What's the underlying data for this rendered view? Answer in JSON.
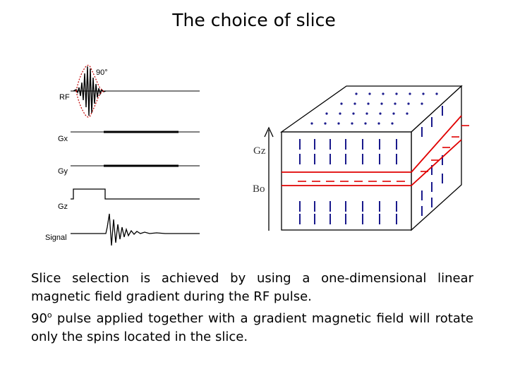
{
  "title": "The choice of slice",
  "sequence": {
    "rf_label": "RF",
    "flip_angle": "90°",
    "gx_label": "Gx",
    "gy_label": "Gy",
    "gz_label": "Gz",
    "signal_label": "Signal"
  },
  "cube": {
    "gradient_label": "Gz",
    "field_label": "Bo"
  },
  "colors": {
    "slice": "#e00000",
    "spins": "#1a1a8c",
    "rf_envelope": "#c00000"
  },
  "description": {
    "paragraph1": "Slice selection is achieved by using a one-dimensional linear magnetic field gradient during the RF pulse.",
    "paragraph2_prefix": "90",
    "paragraph2_sup": "o",
    "paragraph2_rest": " pulse applied together with a gradient magnetic field will rotate only the spins located in the slice."
  }
}
